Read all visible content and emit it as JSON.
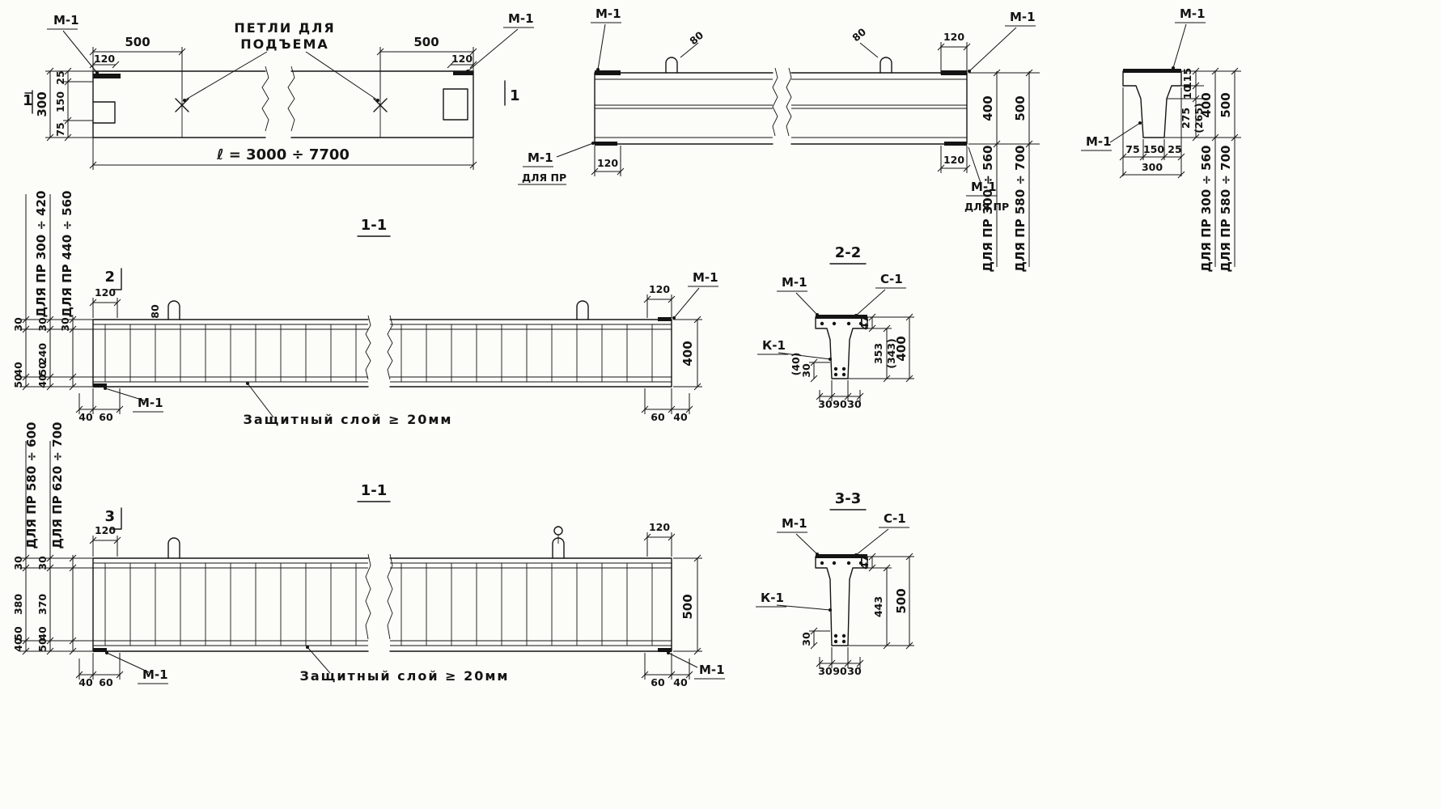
{
  "colors": {
    "ink": "#141414",
    "paper": "#fcfcf8"
  },
  "plan": {
    "m1_left": "М-1",
    "m1_right": "М-1",
    "dim500_left": "500",
    "dim500_right": "500",
    "dim120_left": "120",
    "dim120_right": "120",
    "loops_caption_1": "ПЕТЛИ ДЛЯ",
    "loops_caption_2": "ПОДЪЕМА",
    "dim25": "25",
    "dim150": "150",
    "dim75": "75",
    "dim300": "300",
    "length": "ℓ = 3000 ÷ 7700",
    "mark_left": "1",
    "mark_right": "1"
  },
  "elev": {
    "m1_top_left": "М-1",
    "m1_top_right": "М-1",
    "dim80_left": "80",
    "dim80_right": "80",
    "dim120_top_right": "120",
    "dim120_bottom_left": "120",
    "dim120_bottom_right": "120",
    "m1_bottom": "М-1",
    "dlya_pr_bottom": "ДЛЯ ПР",
    "m1_right2": "М-1",
    "dlya_pr_right": "ДЛЯ ПР",
    "dim400": "400",
    "dim500": "500",
    "pr_300_560": "ДЛЯ ПР 300 ÷ 560",
    "pr_580_700": "ДЛЯ ПР 580 ÷ 700"
  },
  "xsec": {
    "m1_top": "М-1",
    "m1_left": "М-1",
    "dim115": "115",
    "dim10": "10",
    "dim275": "275",
    "dim265": "(265)",
    "dim400": "400",
    "dim500": "500",
    "dim75": "75",
    "dim150": "150",
    "dim25": "25",
    "dim300": "300",
    "pr_300_560": "ДЛЯ ПР 300 ÷ 560",
    "pr_580_700": "ДЛЯ ПР 580 ÷ 700"
  },
  "s11t": {
    "title": "1-1",
    "mark": "2",
    "dim120_left": "120",
    "dim80": "80",
    "dim120_right": "120",
    "m1_top_right": "М-1",
    "m1_bottom_left": "М-1",
    "dim400": "400",
    "dim40_left": "40",
    "dim60_left": "60",
    "dim60_right": "60",
    "dim40_right": "40",
    "cover_note": "Защитный слой ≥ 20мм",
    "pr_300_420": "ДЛЯ ПР 300 ÷ 420",
    "pr_440_560": "ДЛЯ ПР 440 ÷ 560",
    "d30a": "30",
    "d30b": "30",
    "d30c": "30",
    "d240": "240",
    "d40a": "40",
    "d50a": "50",
    "d50b": "50",
    "d40b": "40"
  },
  "s22": {
    "title": "2-2",
    "m1": "М-1",
    "c1": "С-1",
    "k1": "К-1",
    "dim47": "47",
    "dim353": "353",
    "dim343": "(343)",
    "dim400": "400",
    "dim30_left": "30",
    "dim40_left": "(40)",
    "dim30a": "30",
    "dim90": "90",
    "dim30b": "30"
  },
  "s11b": {
    "title": "1-1",
    "mark": "3",
    "dim120_left": "120",
    "dim120_right": "120",
    "m1_bottom_left": "М-1",
    "m1_bottom_right": "М-1",
    "dim500": "500",
    "dim40_left": "40",
    "dim60_left": "60",
    "dim60_right": "60",
    "dim40_right": "40",
    "cover_note": "Защитный слой ≥ 20мм",
    "pr_580_600": "ДЛЯ ПР 580 ÷ 600",
    "pr_620_700": "ДЛЯ ПР 620 ÷ 700",
    "d30a": "30",
    "d30b": "30",
    "d380": "380",
    "d370": "370",
    "d50a": "50",
    "d40a": "40",
    "d40b": "40",
    "d50b": "50"
  },
  "s33": {
    "title": "3-3",
    "m1": "М-1",
    "c1": "С-1",
    "k1": "К-1",
    "dim47": "47",
    "dim443": "443",
    "dim500": "500",
    "dim30_left": "30",
    "dim30a": "30",
    "dim90": "90",
    "dim30b": "30"
  }
}
